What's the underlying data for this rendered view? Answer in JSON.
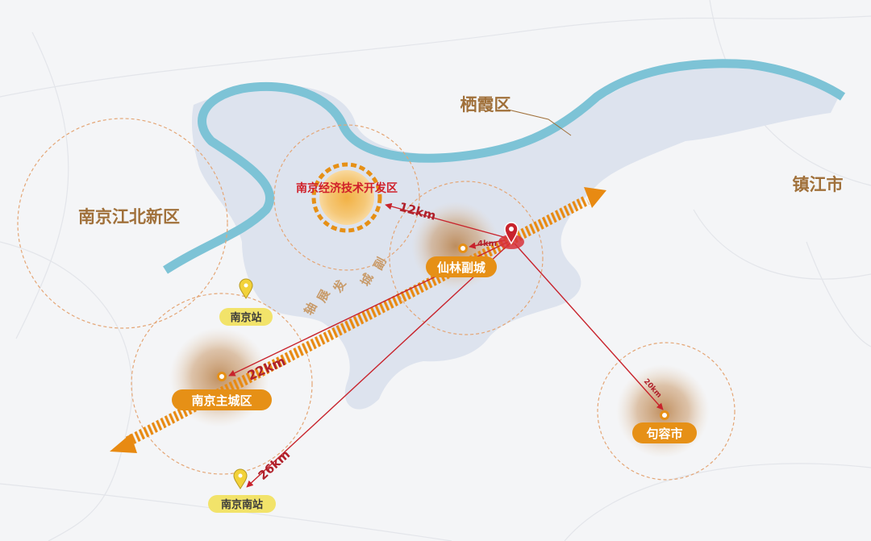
{
  "districts": {
    "jiangbei": "南京江北新区",
    "qixia": "栖霞区",
    "zhenjiang": "镇江市"
  },
  "zones": {
    "devzone": "南京经济技术开发区",
    "xianlin": "仙林副城",
    "main_city": "南京主城区",
    "jurong": "句容市"
  },
  "stations": {
    "nanjing": "南京站",
    "nanjing_south": "南京南站"
  },
  "distances": {
    "devzone": "12km",
    "xianlin": "4km",
    "main_city": "22km",
    "south_station": "26km",
    "jurong": "20km"
  },
  "axis_label": [
    "副",
    "城",
    "发",
    "展",
    "轴"
  ],
  "colors": {
    "river": "#7dc3d6",
    "land": "#dde3ee",
    "accent_orange": "#e69016",
    "route_red": "#c8232c",
    "label_brown": "#a0703a",
    "station_yellow": "#f2e36a"
  }
}
